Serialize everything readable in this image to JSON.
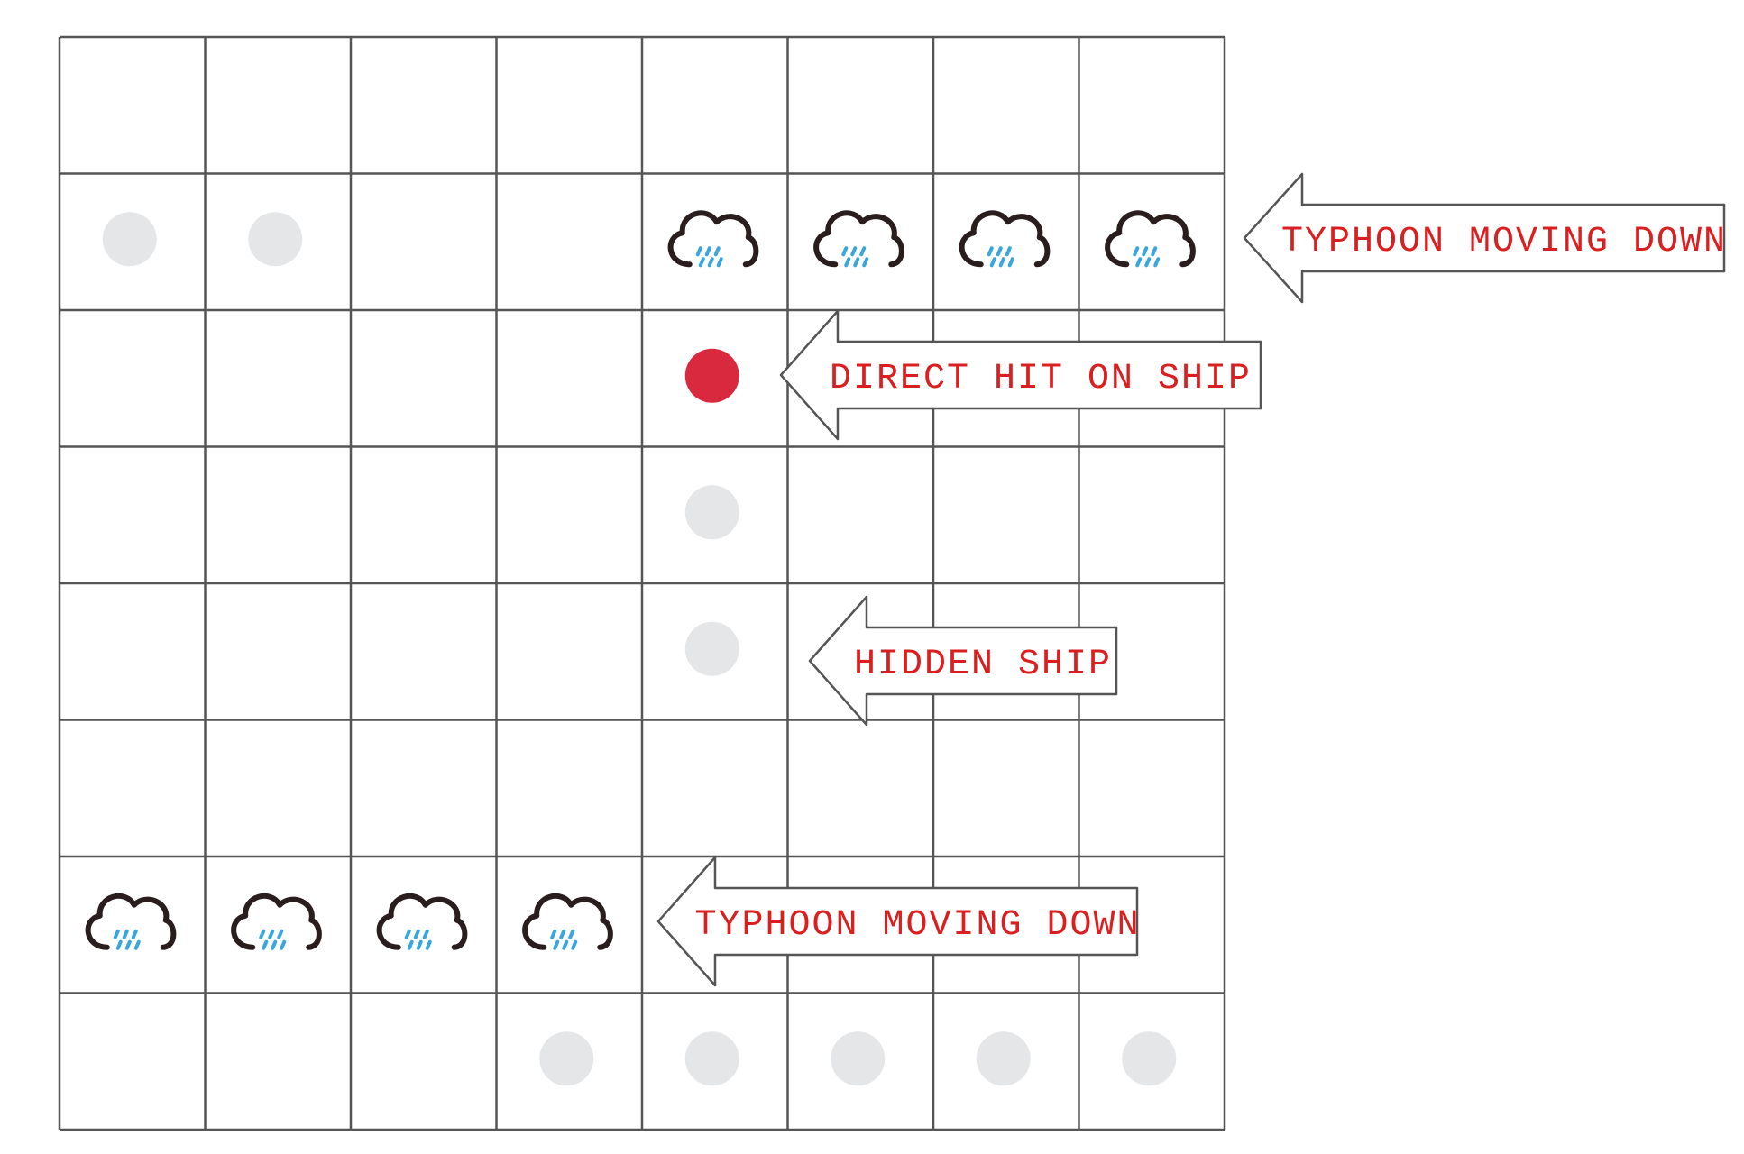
{
  "board": {
    "rows": 8,
    "cols": 8,
    "cells": [
      [
        "",
        "",
        "",
        "",
        "",
        "",
        "",
        ""
      ],
      [
        "miss",
        "miss",
        "",
        "",
        "typhoon",
        "typhoon",
        "typhoon",
        "typhoon"
      ],
      [
        "",
        "",
        "",
        "",
        "hit",
        "",
        "",
        ""
      ],
      [
        "",
        "",
        "",
        "",
        "miss",
        "",
        "",
        ""
      ],
      [
        "",
        "",
        "",
        "",
        "miss",
        "",
        "",
        ""
      ],
      [
        "",
        "",
        "",
        "",
        "",
        "",
        "",
        ""
      ],
      [
        "typhoon",
        "typhoon",
        "typhoon",
        "typhoon",
        "",
        "",
        "",
        ""
      ],
      [
        "",
        "",
        "",
        "miss",
        "miss",
        "miss",
        "miss",
        "miss"
      ]
    ]
  },
  "callouts": [
    {
      "id": "typhoon-top",
      "text": "TYPHOON MOVING DOWN"
    },
    {
      "id": "direct-hit",
      "text": "DIRECT HIT ON SHIP"
    },
    {
      "id": "hidden-ship",
      "text": "HIDDEN SHIP"
    },
    {
      "id": "typhoon-bottom",
      "text": "TYPHOON MOVING DOWN"
    }
  ],
  "colors": {
    "grid_line": "#555555",
    "miss_marker": "#e5e6e8",
    "hit_marker": "#d9293e",
    "cloud_outline": "#2a1d1d",
    "rain": "#3aa7dc",
    "callout_text": "#d91f1f",
    "callout_border": "#555555"
  },
  "icons": {
    "typhoon": "rain-cloud-icon",
    "miss": "miss-marker",
    "hit": "hit-marker",
    "callout": "left-arrow-callout"
  }
}
